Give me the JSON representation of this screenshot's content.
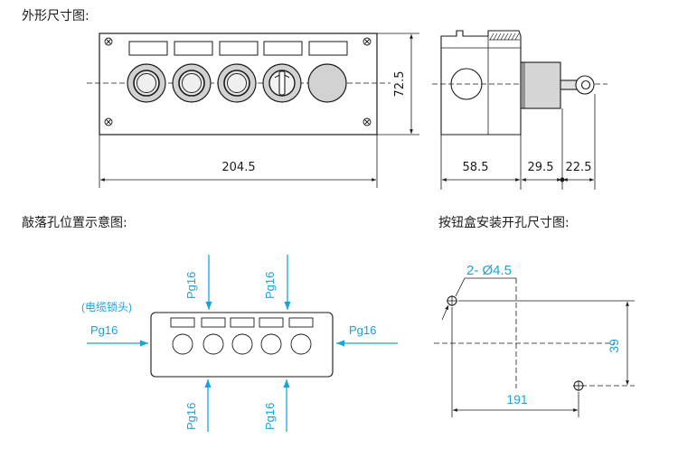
{
  "headings": {
    "outline": "外形尺寸图:",
    "knockout": "敲落孔位置示意图:",
    "mounting": "按钮盒安装开孔尺寸图:"
  },
  "front_view": {
    "width_label": "204.5",
    "height_label": "72.5",
    "positions": [
      "push-button",
      "push-button",
      "push-button",
      "selector-switch",
      "blank-plate"
    ]
  },
  "side_view": {
    "depth_label": "58.5",
    "actuator_label": "29.5",
    "key_label": "22.5"
  },
  "knockout_view": {
    "lock_note": "(电缆锁头)",
    "pg_top_left": "Pg16",
    "pg_top_right": "Pg16",
    "pg_left": "Pg16",
    "pg_right": "Pg16",
    "pg_bottom_left": "Pg16",
    "pg_bottom_right": "Pg16"
  },
  "mounting_view": {
    "hole_label": "2- Ø4.5",
    "horizontal_label": "191",
    "vertical_label": "39"
  },
  "colors": {
    "ink": "#1a1a1a",
    "accent": "#1aa3d9"
  }
}
